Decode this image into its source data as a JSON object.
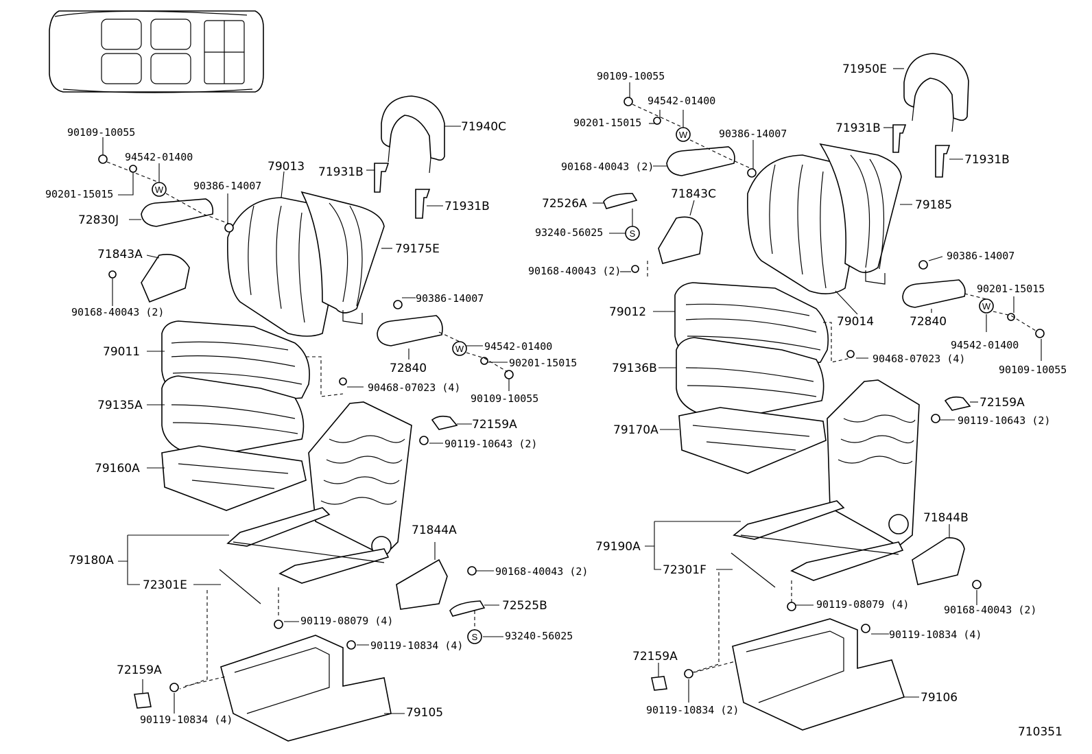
{
  "diagram_id": "710351",
  "labels": {
    "l_90109_10055_a": "90109-10055",
    "l_94542_01400_a": "94542-01400",
    "l_90201_15015_a": "90201-15015",
    "l_90386_14007_a": "90386-14007",
    "l_72830J": "72830J",
    "l_71843A": "71843A",
    "l_90168_40043_a": "90168-40043 (2)",
    "l_79013": "79013",
    "l_71931B_a": "71931B",
    "l_71940C": "71940C",
    "l_71931B_b": "71931B",
    "l_79175E": "79175E",
    "l_90386_14007_b": "90386-14007",
    "l_72840_a": "72840",
    "l_94542_01400_b": "94542-01400",
    "l_90201_15015_b": "90201-15015",
    "l_90109_10055_b": "90109-10055",
    "l_79011": "79011",
    "l_90468_07023_a": "90468-07023 (4)",
    "l_79135A": "79135A",
    "l_72159A_a": "72159A",
    "l_90119_10643_a": "90119-10643 (2)",
    "l_79160A": "79160A",
    "l_71844A": "71844A",
    "l_79180A": "79180A",
    "l_90168_40043_b": "90168-40043 (2)",
    "l_72301E": "72301E",
    "l_72525B": "72525B",
    "l_90119_08079_a": "90119-08079 (4)",
    "l_93240_56025_a": "93240-56025",
    "l_90119_10834_a": "90119-10834 (4)",
    "l_72159A_b": "72159A",
    "l_79105": "79105",
    "l_90119_10834_b": "90119-10834 (4)",
    "l_90109_10055_c": "90109-10055",
    "l_94542_01400_c": "94542-01400",
    "l_90201_15015_c": "90201-15015",
    "l_90386_14007_c": "90386-14007",
    "l_90168_40043_c": "90168-40043 (2)",
    "l_72526A": "72526A",
    "l_71843C": "71843C",
    "l_93240_56025_b": "93240-56025",
    "l_90168_40043_d": "90168-40043 (2)",
    "l_71950E": "71950E",
    "l_71931B_c": "71931B",
    "l_71931B_d": "71931B",
    "l_79185": "79185",
    "l_90386_14007_d": "90386-14007",
    "l_90201_15015_d": "90201-15015",
    "l_72840_b": "72840",
    "l_94542_01400_d": "94542-01400",
    "l_90109_10055_d": "90109-10055",
    "l_79012": "79012",
    "l_79014": "79014",
    "l_90468_07023_b": "90468-07023 (4)",
    "l_79136B": "79136B",
    "l_72159A_c": "72159A",
    "l_90119_10643_b": "90119-10643 (2)",
    "l_79170A": "79170A",
    "l_71844B": "71844B",
    "l_79190A": "79190A",
    "l_72301F": "72301F",
    "l_90119_08079_b": "90119-08079 (4)",
    "l_90168_40043_e": "90168-40043 (2)",
    "l_90119_10834_c": "90119-10834 (4)",
    "l_72159A_d": "72159A",
    "l_79106": "79106",
    "l_90119_10834_d": "90119-10834 (2)"
  },
  "washer_marks": {
    "w1": "W",
    "w2": "W",
    "w3": "W",
    "w4": "W",
    "s1": "S",
    "s2": "S"
  }
}
